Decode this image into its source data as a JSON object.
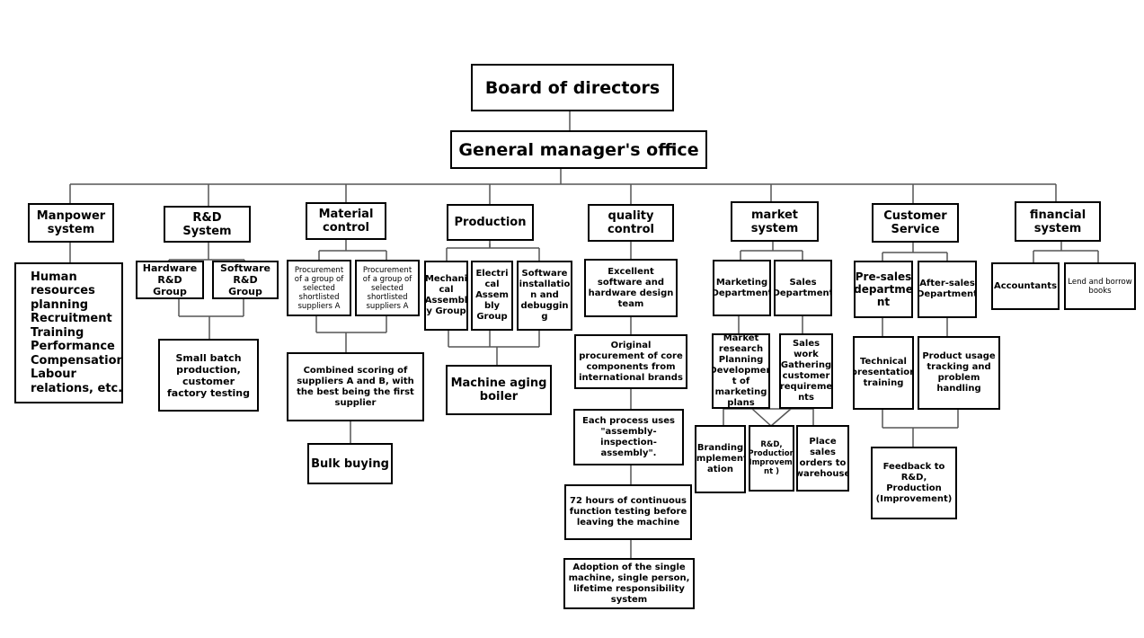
{
  "diagram": {
    "board": "Board of directors",
    "gm": "General manager's office",
    "departments": {
      "manpower": "Manpower system",
      "rnd": "R&D System",
      "material": "Material control",
      "production": "Production",
      "quality": "quality control",
      "market": "market system",
      "customer": "Customer Service",
      "financial": "financial system"
    },
    "manpower_tasks": "Human\nresources\nplanning\nRecruitment\nTraining\nPerformance\nCompensation\nLabour\nrelations, etc.",
    "rnd": {
      "hardware": "Hardware R&D Group",
      "software": "Software R&D Group",
      "output": "Small batch production, customer factory testing"
    },
    "material": {
      "supplier_a1": "Procurement of a group of selected shortlisted suppliers A",
      "supplier_a2": "Procurement of a group of selected shortlisted suppliers A",
      "scoring": "Combined scoring of suppliers A and B, with the best being the first supplier",
      "bulk": "Bulk buying"
    },
    "production": {
      "mechanical": "Mechani\ncal\nAssembl\ny Group",
      "electrical": "Electri\ncal\nAssem\nbly\nGroup",
      "software": "Software\ninstallatio\nn and\ndebuggin\ng",
      "aging": "Machine aging boiler"
    },
    "quality": {
      "team": "Excellent software and hardware design team",
      "procurement": "Original procurement of core components from international brands",
      "process": "Each process uses \"assembly-inspection-assembly\".",
      "testing": "72 hours of continuous function testing before leaving the machine",
      "responsibility": "Adoption of the single machine, single person, lifetime responsibility system"
    },
    "market": {
      "marketing": "Marketing Department",
      "sales": "Sales Department",
      "marketing_tasks": "Market\nresearch\nPlanning\nDevelopmen\nt of\nmarketing\nplans",
      "sales_tasks": "Sales work\nGathering\ncustomer\nrequireme\nnts",
      "branding": "Branding\nImplement\nation",
      "rnd_feedback": "R&D,\nProduction\n(Improveme\nnt )",
      "orders": "Place sales\norders to\nwarehouse"
    },
    "customer": {
      "presales": "Pre-sales\ndepartme\nnt",
      "aftersales": "After-sales Department",
      "training": "Technical presentation training",
      "tracking": "Product usage tracking and problem handling",
      "feedback": "Feedback to R&D, Production (Improvement)"
    },
    "financial": {
      "accountants": "Accountants",
      "books": "Lend and borrow books"
    }
  }
}
